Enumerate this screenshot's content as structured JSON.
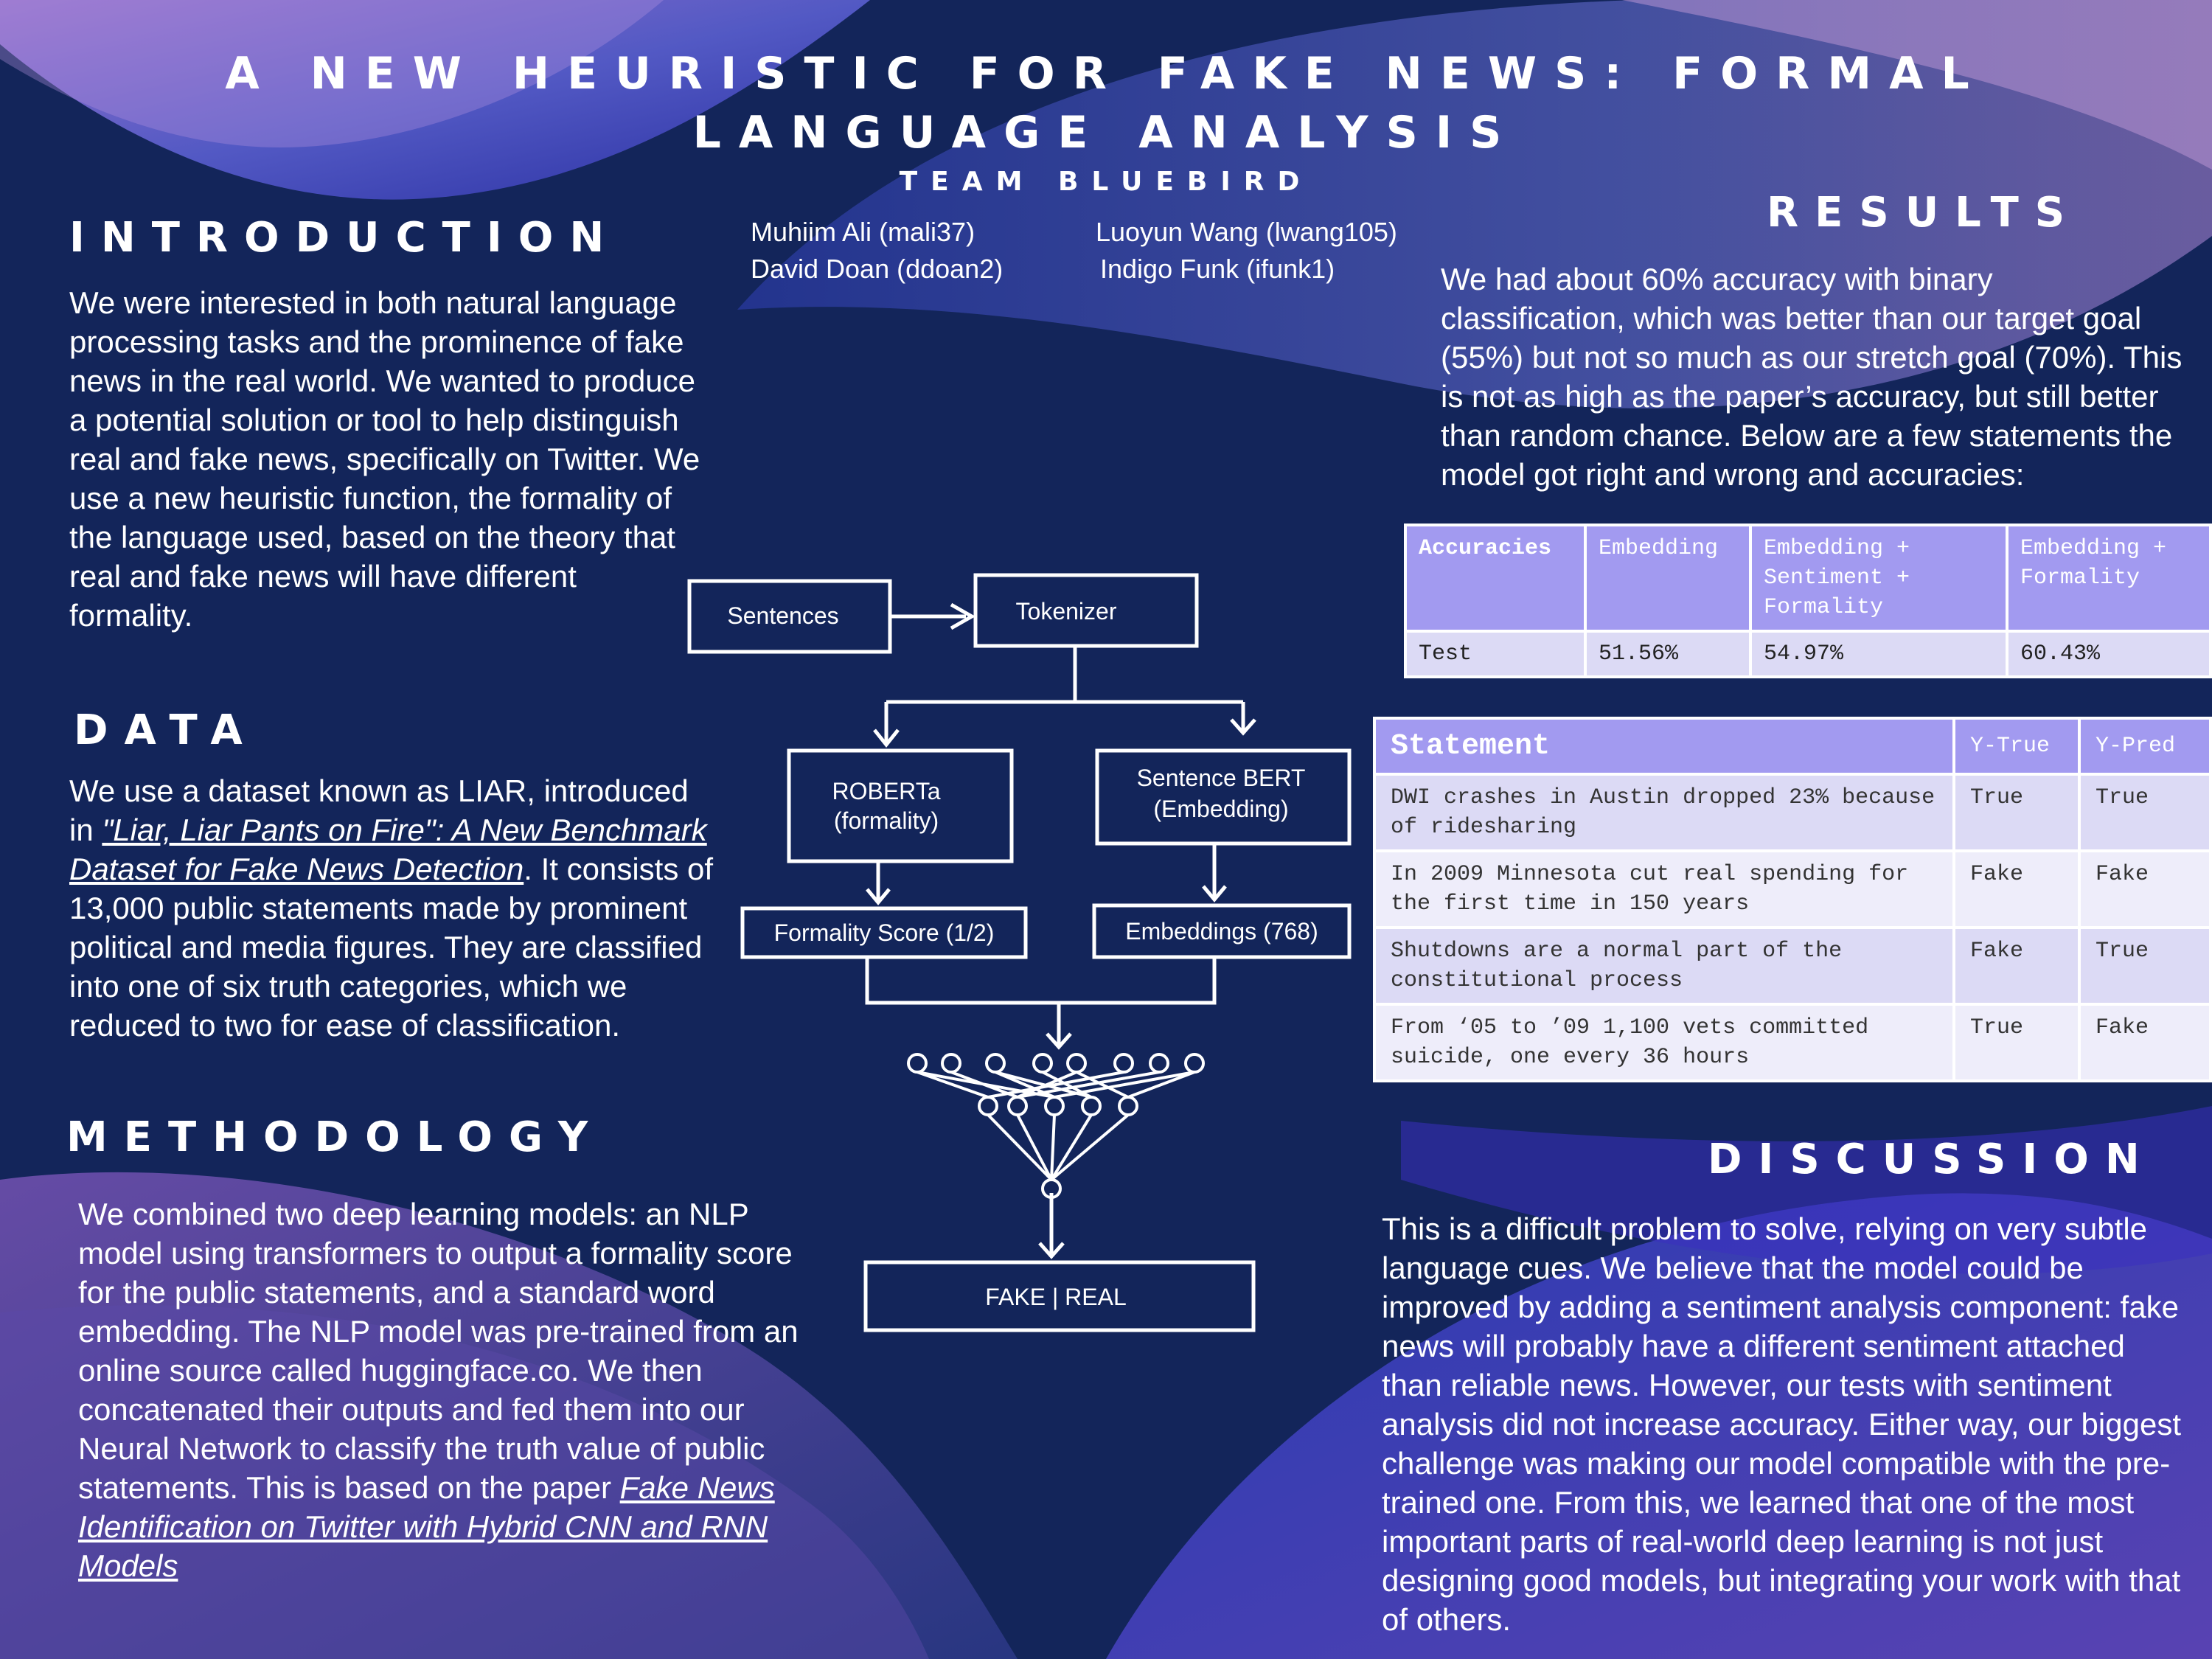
{
  "title": "A NEW HEURISTIC FOR FAKE NEWS: FORMAL LANGUAGE ANALYSIS",
  "team": "TEAM BLUEBIRD",
  "authors": [
    "Muhiim Ali (mali37)",
    "Luoyun Wang (lwang105)",
    "David Doan (ddoan2)",
    "Indigo Funk (ifunk1)"
  ],
  "introduction": {
    "heading": "INTRODUCTION",
    "text": "We were interested in both natural language processing tasks and the prominence of fake news in the real world. We wanted to produce a potential solution or tool to help distinguish real and fake news, specifically on Twitter. We use a new heuristic function, the formality of the language used, based on the theory that real and fake news will have different formality."
  },
  "data": {
    "heading": "DATA",
    "text_before": "We use a dataset known as LIAR, introduced in ",
    "link": "\"Liar, Liar Pants on Fire\": A New Benchmark Dataset for Fake News Detection",
    "text_after": ". It consists of 13,000 public statements made by prominent political and media figures. They are classified into one of six truth categories, which we reduced to two for ease of classification."
  },
  "methodology": {
    "heading": "METHODOLOGY",
    "text_before": "We combined two deep learning models: an NLP model using transformers to output a formality score for the public statements, and a standard word embedding. The NLP model was pre-trained from an online source called huggingface.co. We then concatenated their outputs and fed them into our Neural Network to classify the truth value of public statements. This is based on the paper ",
    "link": "Fake News Identification on Twitter with Hybrid CNN and RNN Models"
  },
  "diagram": {
    "sentences": "Sentences",
    "tokenizer": "Tokenizer",
    "roberta_line1": "ROBERTa",
    "roberta_line2": "(formality)",
    "bert_line1": "Sentence BERT",
    "bert_line2": "(Embedding)",
    "formality_score": "Formality Score (1/2)",
    "embeddings": "Embeddings (768)",
    "output": "FAKE | REAL"
  },
  "results": {
    "heading": "RESULTS",
    "text": "We had about 60% accuracy with binary classification, which was better than our target goal (55%) but not so much as our stretch goal (70%). This is not as high as the paper’s accuracy, but still better than random chance. Below are a few statements the model got right and wrong and accuracies:",
    "accuracy_table": {
      "headers": [
        "Accuracies",
        "Embedding",
        "Embedding + Sentiment + Formality",
        "Embedding + Formality"
      ],
      "row": [
        "Test",
        "51.56%",
        "54.97%",
        "60.43%"
      ]
    },
    "statement_table": {
      "headers": [
        "Statement",
        "Y-True",
        "Y-Pred"
      ],
      "rows": [
        {
          "statement": "DWI crashes in Austin dropped 23% because of ridesharing",
          "y_true": "True",
          "y_pred": "True"
        },
        {
          "statement": "In 2009 Minnesota cut real spending for the first time in 150 years",
          "y_true": "Fake",
          "y_pred": "Fake"
        },
        {
          "statement": "Shutdowns are a normal part of the constitutional process",
          "y_true": "Fake",
          "y_pred": "True"
        },
        {
          "statement": "From ‘05 to ’09 1,100 vets committed suicide, one every 36 hours",
          "y_true": "True",
          "y_pred": "Fake"
        }
      ]
    }
  },
  "discussion": {
    "heading": "DISCUSSION",
    "text": "This is a difficult problem to solve, relying on very subtle language cues. We believe that the model could be improved by adding a sentiment analysis component: fake news will probably have a different sentiment attached than reliable news. However, our tests with sentiment analysis did not increase accuracy. Either way, our biggest challenge was making our model compatible with the pre-trained one. From this, we learned that one of the most important parts of real-world deep learning is not just designing good models, but integrating your work with that of others."
  },
  "colors": {
    "background": "#13255a",
    "wave_purple": "#8a5cc8",
    "wave_blue": "#3a3fd0",
    "table_header": "#a29af0",
    "table_row": "#dcdaf5"
  }
}
